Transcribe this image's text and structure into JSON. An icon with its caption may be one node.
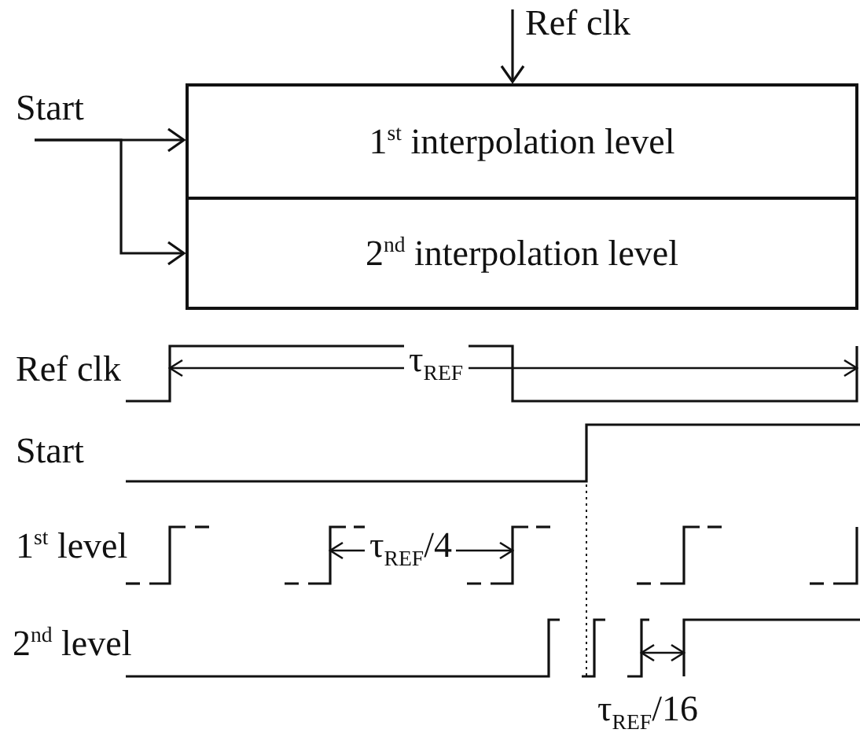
{
  "diagram": {
    "nodes": [
      {
        "text": [
          "Ref clk"
        ]
      },
      {
        "text": [
          "Start"
        ]
      },
      {
        "text": [
          "1$^{st}$ interpolation level"
        ]
      },
      {
        "text": [
          "2$^{nd}$ interpolation level"
        ]
      }
    ],
    "edges": [
      {
        "from": 0,
        "to": 2,
        "arrow": "to"
      },
      {
        "from": 1,
        "to": 2,
        "arrow": "to"
      },
      {
        "from": 1,
        "to": 3,
        "arrow": "to"
      }
    ],
    "labels": [
      "Ref clk",
      "τ$_{REF}$",
      "Start",
      "1$^{st}$ level",
      "τ$_{REF}$/4",
      "2$^{nd}$ level",
      "τ$_{REF}$/16"
    ]
  }
}
